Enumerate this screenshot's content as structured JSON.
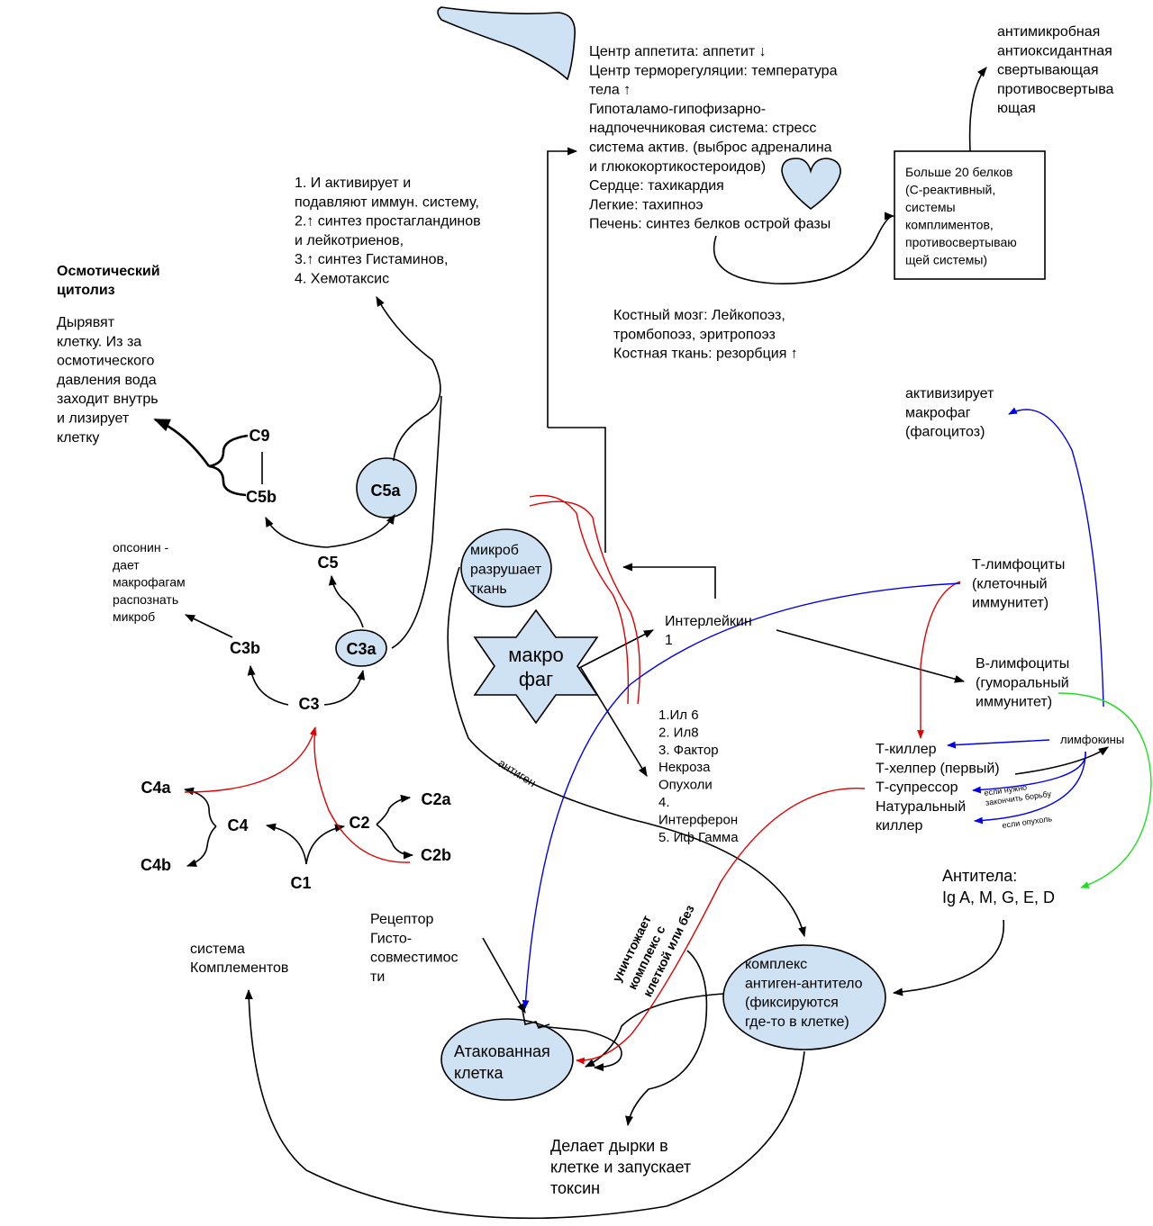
{
  "colors": {
    "shape_fill": "#cfe2f3",
    "red_arrow": "#e00000",
    "blue_arrow": "#0000ee",
    "green_arrow": "#22dd22"
  },
  "icons": [
    "liver-shape",
    "heart-shape",
    "macrophage-star"
  ],
  "labels": {
    "hypothalamus": [
      "Центр аппетита: аппетит ↓",
      "Центр терморегуляции: температура",
      "тела ↑",
      "Гипоталамо-гипофизарно-",
      "надпочечниковая система: стресс",
      "система актив. (выброс адреналина",
      "и глюкокортикостероидов)",
      "Сердце: тахикардия",
      "Легкие: тахипноэ",
      "Печень: синтез белков острой фазы"
    ],
    "protein_props": [
      "антимикробная",
      "антиоксидантная",
      "свертывающая",
      "противосвертыва",
      "ющая"
    ],
    "proteins_box": [
      "Больше 20 белков",
      "(С-реактивный,",
      "системы",
      "комплиментов,",
      "противосвертываю",
      "щей системы)"
    ],
    "c5a_effects": [
      "1. И активирует и",
      "подавляют иммун. систему,",
      "2.↑ синтез простагландинов",
      "и лейкотриенов,",
      "3.↑ синтез Гистаминов,",
      "4. Хемотаксис"
    ],
    "osmotic_title": [
      "Осмотический",
      "цитолиз"
    ],
    "osmotic_body": [
      "Дырявят",
      "клетку. Из за",
      "осмотического",
      "давления вода",
      "заходит внутрь",
      "и лизирует",
      "клетку"
    ],
    "bone": [
      "Костный мозг: Лейкопоэз,",
      "тромбопоэз, эритропоэз",
      "Костная ткань: резорбция ↑"
    ],
    "activates": [
      "активизирует",
      "макрофаг",
      "(фагоцитоз)"
    ],
    "opsonin": [
      "опсонин -",
      "дает",
      "макрофагам",
      "распознать",
      "микроб"
    ],
    "C9": [
      "C9"
    ],
    "C5b": [
      "C5b"
    ],
    "C5a": [
      "C5a"
    ],
    "C5": [
      "C5"
    ],
    "C3b": [
      "C3b"
    ],
    "C3a": [
      "C3a"
    ],
    "C3": [
      "C3"
    ],
    "C4a": [
      "C4a"
    ],
    "C4": [
      "C4"
    ],
    "C4b": [
      "C4b"
    ],
    "C2": [
      "C2"
    ],
    "C2a": [
      "C2a"
    ],
    "C2b": [
      "C2b"
    ],
    "C1": [
      "C1"
    ],
    "microbe": [
      "микроб",
      "разрушает",
      "ткань"
    ],
    "macrophage": [
      "макро",
      "фаг"
    ],
    "interleukin": [
      "Интерлейкин",
      "1"
    ],
    "t_lymph": [
      "Т-лимфоциты",
      "(клеточный",
      "иммунитет)"
    ],
    "b_lymph": [
      "В-лимфоциты",
      "(гуморальный",
      "иммунитет)"
    ],
    "cytokines": [
      "1.Ил 6",
      "2. Ил8",
      "3. Фактор",
      "Некроза",
      "Опухоли",
      "4.",
      "Интерферон",
      "5. Иф Гамма"
    ],
    "t_cells": [
      "Т-киллер",
      "Т-хелпер (первый)",
      "Т-супрессор",
      "Натуральный",
      "киллер"
    ],
    "lymphokines": [
      "лимфокины"
    ],
    "if_end": [
      "если нужно",
      "закончить борьбу"
    ],
    "if_tumor": [
      "если опухоль"
    ],
    "antigen": [
      "антиген"
    ],
    "antibodies": [
      "Антитела:",
      "Ig A, M, G, E, D"
    ],
    "receptor": [
      "Рецептор",
      "Гисто-",
      "совместимос",
      "ти"
    ],
    "complement": [
      "система",
      "Комплементов"
    ],
    "destroys": [
      "уничтожает",
      "комплекс с",
      "клеткой или без"
    ],
    "complex": [
      "комплекс",
      "антиген-антитело",
      "(фиксируются",
      "где-то в клетке)"
    ],
    "attacked": [
      "Атакованная",
      "клетка"
    ],
    "holes": [
      "Делает дырки в",
      "клетке и запускает",
      "токсин"
    ]
  }
}
